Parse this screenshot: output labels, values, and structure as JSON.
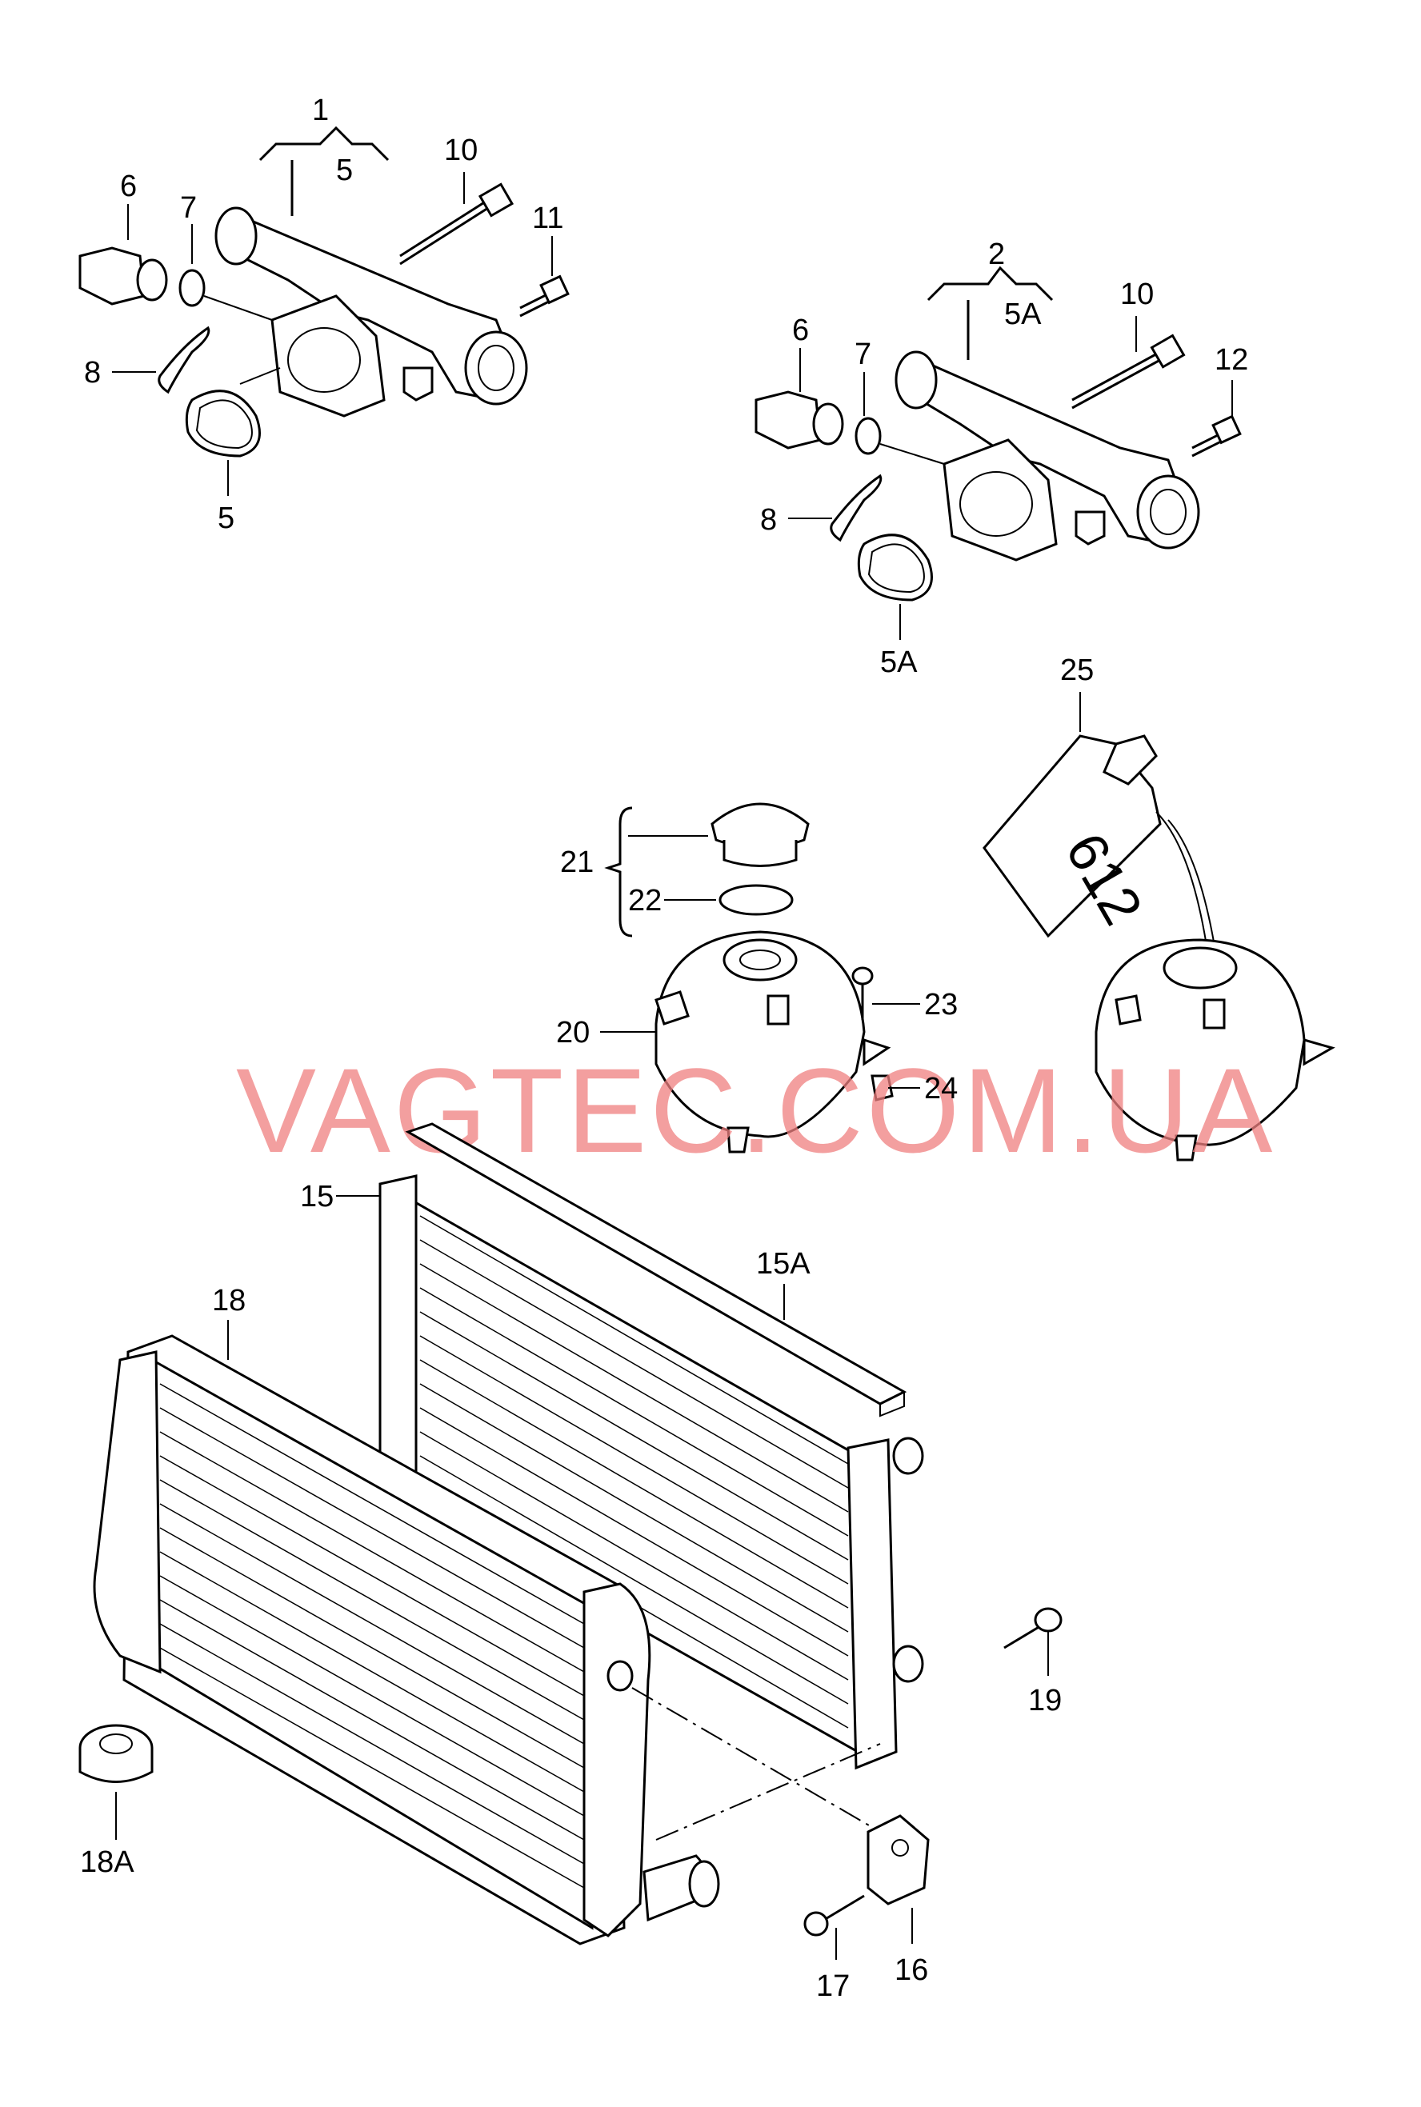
{
  "watermark": "VAGTEC.COM.UA",
  "watermark_color": "#f08080",
  "container_marking": "612",
  "callouts": {
    "c1": "1",
    "c5_top": "5",
    "c10_a": "10",
    "c6_a": "6",
    "c7_a": "7",
    "c11": "11",
    "c8_a": "8",
    "c5_a": "5",
    "c2": "2",
    "c5A_top": "5A",
    "c10_b": "10",
    "c6_b": "6",
    "c7_b": "7",
    "c12": "12",
    "c8_b": "8",
    "c5A": "5A",
    "c25": "25",
    "c21": "21",
    "c22": "22",
    "c23": "23",
    "c20": "20",
    "c24": "24",
    "c15": "15",
    "c15A": "15A",
    "c18": "18",
    "c19": "19",
    "c18A": "18A",
    "c17": "17",
    "c16": "16"
  }
}
